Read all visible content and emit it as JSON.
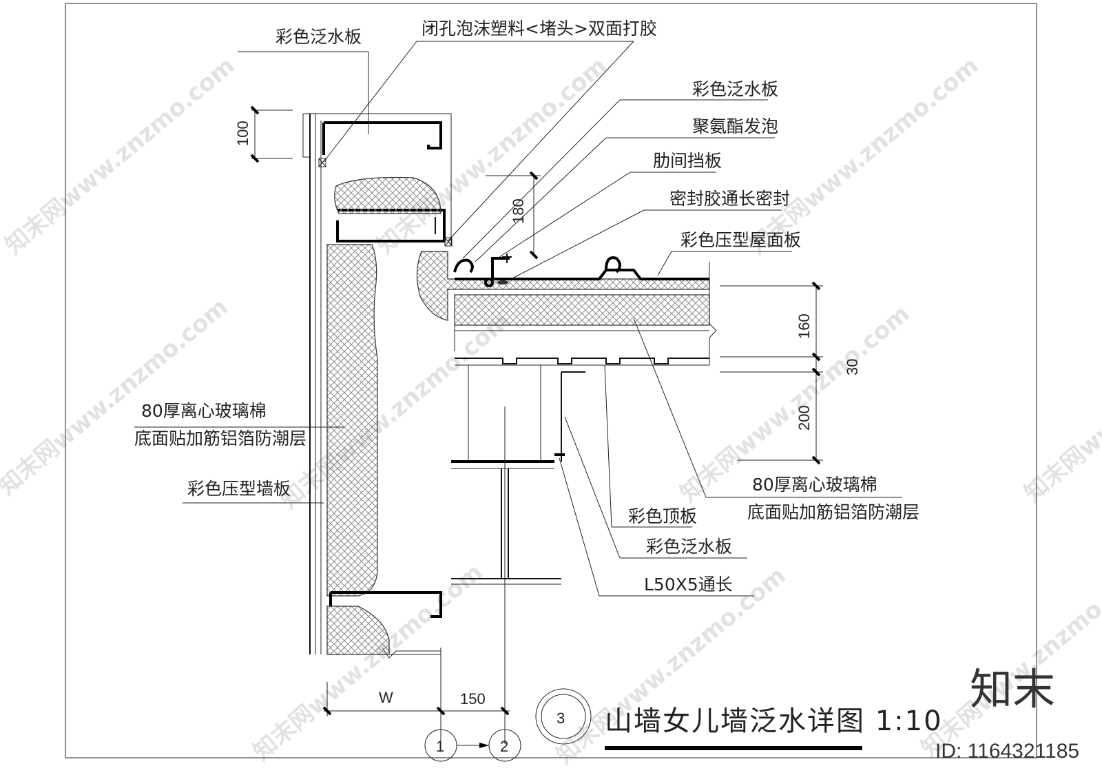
{
  "labels": {
    "flashing_top": "彩色泛水板",
    "closed_cell_foam": "闭孔泡沫塑料<堵头>双面打胶",
    "flashing_right": "彩色泛水板",
    "pu_foam": "聚氨酯发泡",
    "rib_baffle": "肋间挡板",
    "sealant": "密封胶通长密封",
    "roof_panel": "彩色压型屋面板",
    "glass_wool_left_1": "80厚离心玻璃棉",
    "glass_wool_left_2": "底面贴加筋铝箔防潮层",
    "wall_panel": "彩色压型墙板",
    "glass_wool_right_1": "80厚离心玻璃棉",
    "glass_wool_right_2": "底面贴加筋铝箔防潮层",
    "ceiling_panel": "彩色顶板",
    "flashing_bottom": "彩色泛水板",
    "angle_steel": "L50X5通长"
  },
  "dimensions": {
    "d100": "100",
    "d180": "180",
    "d160": "160",
    "d30": "30",
    "d200": "200",
    "dW": "W",
    "d150": "150"
  },
  "axes": {
    "axis1": "1",
    "axis2": "2"
  },
  "title": {
    "detail_no": "3",
    "text": "山墙女儿墙泛水详图 1:10"
  },
  "branding": {
    "logo": "知末",
    "id": "ID: 1164321185",
    "watermark": "知末网www.znzmo.com"
  }
}
